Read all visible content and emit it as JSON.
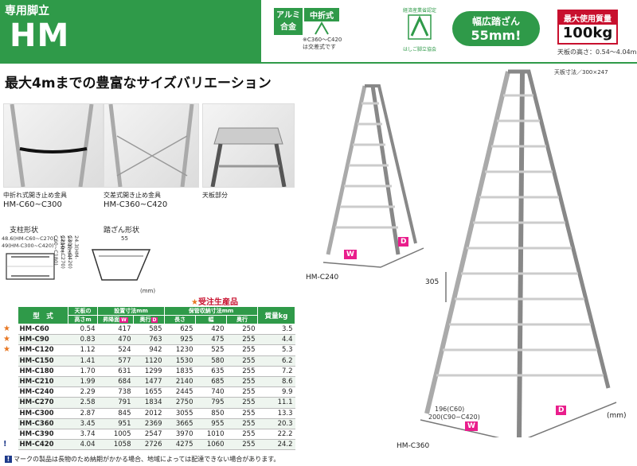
{
  "header": {
    "series": "専用脚立",
    "model": "HM",
    "alu_badge_l1": "アルミ",
    "alu_badge_l2": "合金",
    "fold_badge_l1": "中折式",
    "fold_note_l1": "※C360～C420",
    "fold_note_l2": "は交差式です",
    "cert_top": "経済産業省認定",
    "cert_bottom": "はしご脚立協会",
    "step_width_label": "幅広踏ざん",
    "step_width_value": "55mm!",
    "max_load_label": "最大使用質量",
    "max_load_value": "100kg",
    "top_height": "天板の高さ：0.54～4.04m",
    "top_size": "天板寸法／300×247"
  },
  "headline": "最大4mまでの豊富なサイズバリエーション",
  "details": [
    {
      "caption1": "中折れ式開き止め金具",
      "caption2": "HM-C60~C300"
    },
    {
      "caption1": "交差式開き止め金具",
      "caption2": "HM-C360~C420"
    },
    {
      "caption1": "天板部分",
      "caption2": ""
    }
  ],
  "profiles": {
    "pillar_label": "支柱形状",
    "pillar_dim1": "48.6(HM-C60~C270)",
    "pillar_dim2": "49(HM-C300~C420)",
    "pillar_side1": "24(HM-C60~C180)",
    "pillar_side2": "24.1(HM-C210~C270)",
    "pillar_side3": "24.3(HM-C300~C420)",
    "step_label": "踏ざん形状",
    "step_dim": "55",
    "unit": "(mm)"
  },
  "diagrams": {
    "left_model": "HM-C240",
    "right_model": "HM-C360",
    "w_tag": "W",
    "d_tag": "D",
    "step_pitch": "305",
    "width_note1": "196(C60)",
    "width_note2": "200(C90~C420)",
    "unit": "(mm)"
  },
  "star_legend_star": "★",
  "star_legend": "受注生産品",
  "table": {
    "headers": {
      "model": "型　式",
      "height": "天板の",
      "height2": "高さm",
      "installed": "設置寸法mm",
      "span": "昇降面",
      "depth": "奥行",
      "stored": "保管収納寸法mm",
      "length": "長さ",
      "width": "幅",
      "stored_depth": "奥行",
      "weight": "質量kg"
    },
    "w_mark": "W",
    "d_mark": "D",
    "rows": [
      {
        "model": "HM-C60",
        "h": "0.54",
        "w": "417",
        "d": "585",
        "l": "625",
        "sw": "420",
        "sd": "250",
        "kg": "3.5",
        "star": "★"
      },
      {
        "model": "HM-C90",
        "h": "0.83",
        "w": "470",
        "d": "763",
        "l": "925",
        "sw": "475",
        "sd": "255",
        "kg": "4.4",
        "star": "★"
      },
      {
        "model": "HM-C120",
        "h": "1.12",
        "w": "524",
        "d": "942",
        "l": "1230",
        "sw": "525",
        "sd": "255",
        "kg": "5.3",
        "star": "★"
      },
      {
        "model": "HM-C150",
        "h": "1.41",
        "w": "577",
        "d": "1120",
        "l": "1530",
        "sw": "580",
        "sd": "255",
        "kg": "6.2",
        "star": ""
      },
      {
        "model": "HM-C180",
        "h": "1.70",
        "w": "631",
        "d": "1299",
        "l": "1835",
        "sw": "635",
        "sd": "255",
        "kg": "7.2",
        "star": ""
      },
      {
        "model": "HM-C210",
        "h": "1.99",
        "w": "684",
        "d": "1477",
        "l": "2140",
        "sw": "685",
        "sd": "255",
        "kg": "8.6",
        "star": ""
      },
      {
        "model": "HM-C240",
        "h": "2.29",
        "w": "738",
        "d": "1655",
        "l": "2445",
        "sw": "740",
        "sd": "255",
        "kg": "9.9",
        "star": ""
      },
      {
        "model": "HM-C270",
        "h": "2.58",
        "w": "791",
        "d": "1834",
        "l": "2750",
        "sw": "795",
        "sd": "255",
        "kg": "11.1",
        "star": ""
      },
      {
        "model": "HM-C300",
        "h": "2.87",
        "w": "845",
        "d": "2012",
        "l": "3055",
        "sw": "850",
        "sd": "255",
        "kg": "13.3",
        "star": ""
      },
      {
        "model": "HM-C360",
        "h": "3.45",
        "w": "951",
        "d": "2369",
        "l": "3665",
        "sw": "955",
        "sd": "255",
        "kg": "20.3",
        "star": ""
      },
      {
        "model": "HM-C390",
        "h": "3.74",
        "w": "1005",
        "d": "2547",
        "l": "3970",
        "sw": "1010",
        "sd": "255",
        "kg": "22.2",
        "star": ""
      },
      {
        "model": "HM-C420",
        "h": "4.04",
        "w": "1058",
        "d": "2726",
        "l": "4275",
        "sw": "1060",
        "sd": "255",
        "kg": "24.2",
        "star": "!"
      }
    ]
  },
  "note_icon": "!",
  "note": "マークの製品は長物のため納期がかかる場合、地域によっては配達できない場合があります。",
  "colors": {
    "brand_green": "#2f9a49",
    "accent_red": "#c8102e",
    "tag_pink": "#e91e8c",
    "star_orange": "#e87722"
  }
}
